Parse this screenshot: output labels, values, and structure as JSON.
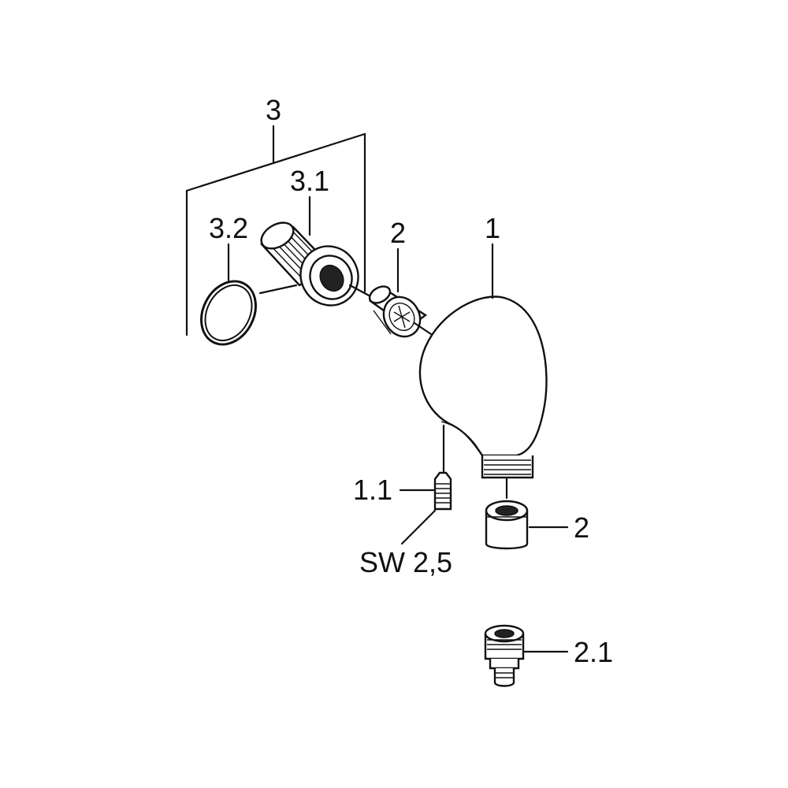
{
  "labels": {
    "assembly": "3",
    "threaded_sleeve": "3.1",
    "o_ring": "3.2",
    "cartridge_top": "2",
    "housing": "1",
    "set_screw": "1.1",
    "wrench_size": "SW 2,5",
    "cartridge_bottom": "2",
    "adapter": "2.1"
  }
}
